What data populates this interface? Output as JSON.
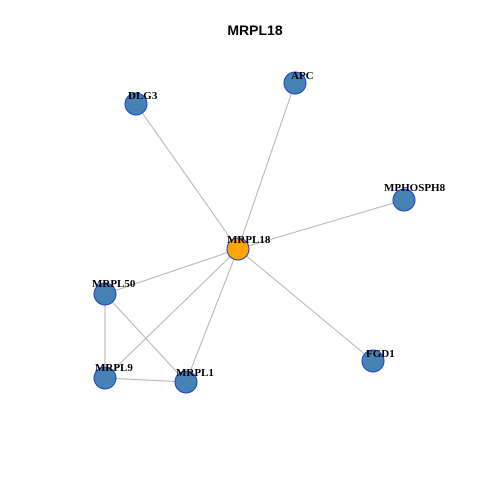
{
  "graph": {
    "title": "MRPL18",
    "colors": {
      "center": "#ffa500",
      "neighbor": "#4682b4",
      "node_border": "#1c3fd6",
      "edge": "#b3b3b3"
    },
    "nodes": [
      {
        "id": "MRPL18",
        "label": "MRPL18",
        "role": "center"
      },
      {
        "id": "APC",
        "label": "APC",
        "role": "neighbor"
      },
      {
        "id": "DLG3",
        "label": "DLG3",
        "role": "neighbor"
      },
      {
        "id": "MPHOSPH8",
        "label": "MPHOSPH8",
        "role": "neighbor"
      },
      {
        "id": "MRPL50",
        "label": "MRPL50",
        "role": "neighbor"
      },
      {
        "id": "MRPL9",
        "label": "MRPL9",
        "role": "neighbor"
      },
      {
        "id": "MRPL1",
        "label": "MRPL1",
        "role": "neighbor"
      },
      {
        "id": "FGD1",
        "label": "FGD1",
        "role": "neighbor"
      }
    ],
    "edges": [
      [
        "MRPL18",
        "APC"
      ],
      [
        "MRPL18",
        "DLG3"
      ],
      [
        "MRPL18",
        "MPHOSPH8"
      ],
      [
        "MRPL18",
        "MRPL50"
      ],
      [
        "MRPL18",
        "MRPL9"
      ],
      [
        "MRPL18",
        "MRPL1"
      ],
      [
        "MRPL18",
        "FGD1"
      ],
      [
        "MRPL50",
        "MRPL9"
      ],
      [
        "MRPL50",
        "MRPL1"
      ],
      [
        "MRPL9",
        "MRPL1"
      ]
    ]
  }
}
